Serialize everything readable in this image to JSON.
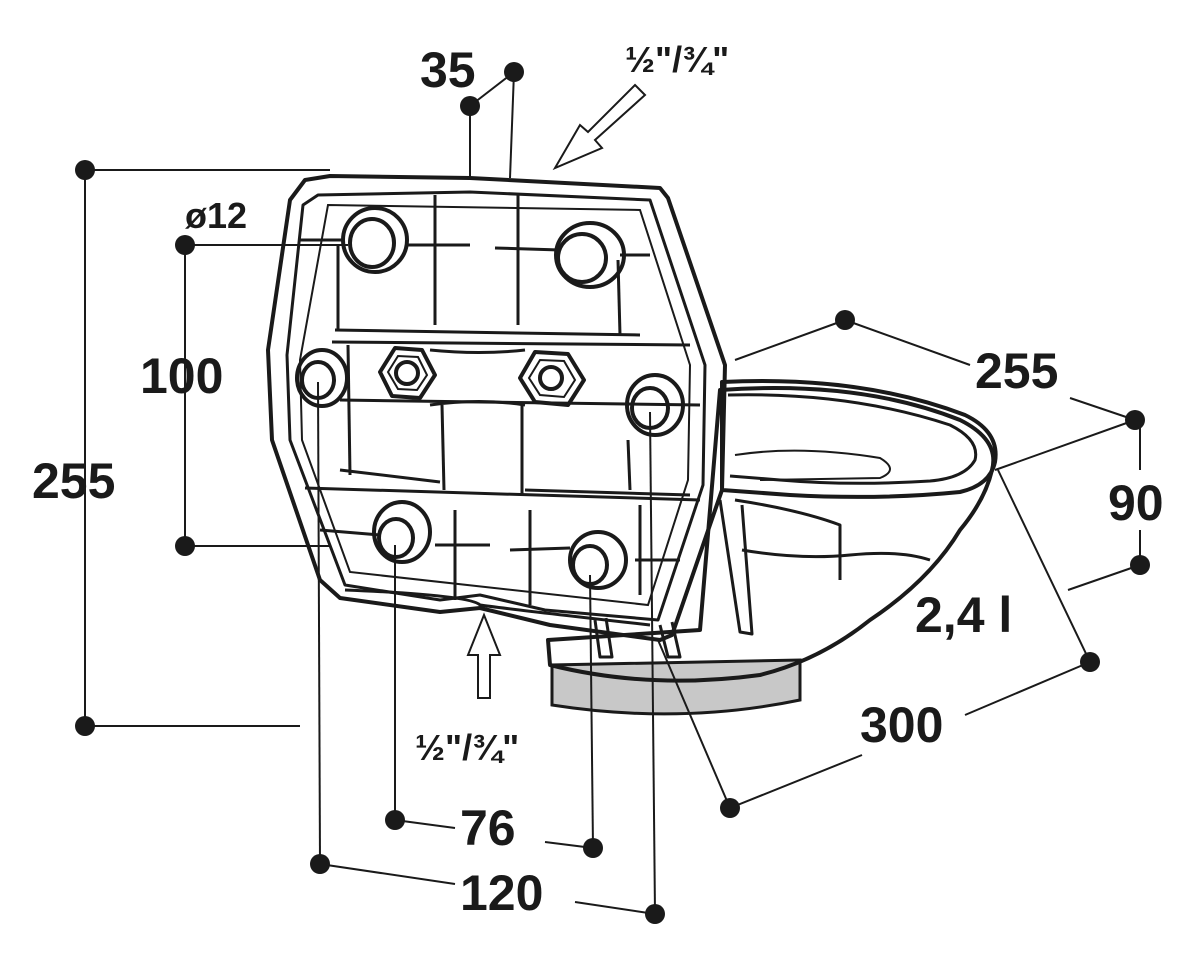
{
  "dimensions": {
    "height": "255",
    "bowl_depth": "255",
    "bowl_height": "90",
    "bowl_width": "300",
    "hole_vertical": "100",
    "hole_spacing_inner": "76",
    "hole_spacing_outer": "120",
    "connector_offset": "35",
    "hole_diameter": "ø12",
    "inlet_top": "½\"/¾\"",
    "inlet_bottom": "½\"/¾\"",
    "volume": "2,4 l"
  },
  "colors": {
    "line": "#1a1a1a",
    "bowl_base": "#c8c8c8",
    "background": "#ffffff"
  }
}
